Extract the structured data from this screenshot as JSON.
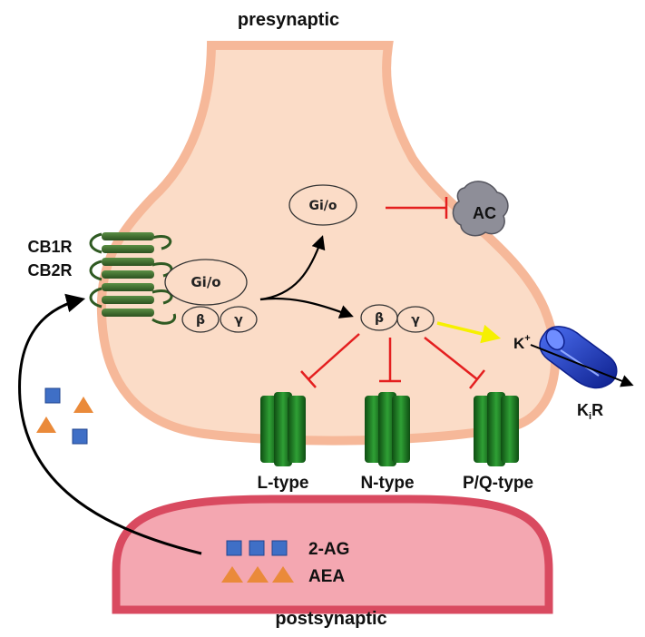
{
  "labels": {
    "presynaptic": "presynaptic",
    "postsynaptic": "postsynaptic",
    "cb1r": "CB1R",
    "cb2r": "CB2R",
    "gio_main": "Gi/o",
    "gio_upper": "Gi/o",
    "beta_1": "β",
    "gamma_1": "γ",
    "beta_2": "β",
    "gamma_2": "γ",
    "ac": "AC",
    "k_ion": "K",
    "k_ion_sup": "+",
    "kir_main": "K",
    "kir_sub": "i",
    "kir_end": "R",
    "l_type": "L-type",
    "n_type": "N-type",
    "pq_type": "P/Q-type",
    "two_ag": "2-AG",
    "aea": "AEA"
  },
  "colors": {
    "terminal_fill": "#fbdcc7",
    "terminal_edge": "#f6b899",
    "post_fill": "#f4a7b1",
    "post_edge": "#d94a60",
    "receptor": "#3a6b2a",
    "channel": "#1f7a24",
    "channel_dark": "#0f4a13",
    "inhibit": "#e41f1f",
    "activate_arrow": "#f6f000",
    "kir": "#1f3fd6",
    "ac": "#8e8e98",
    "square": "#3f6fc6",
    "triangle": "#ea8a3a"
  },
  "icons": [
    "cb-receptor-icon",
    "calcium-channel-icon",
    "kir-channel-icon",
    "adenylyl-cyclase-icon",
    "2ag-square-icon",
    "aea-triangle-icon"
  ]
}
